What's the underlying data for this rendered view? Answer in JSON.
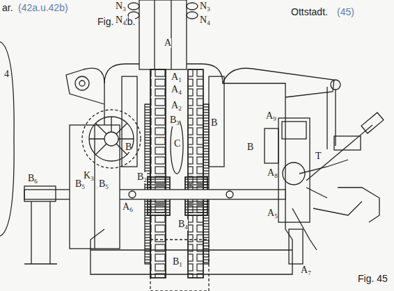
{
  "diagram": {
    "labels": [
      "ar.",
      "(42a.u.42b)",
      "Fig. 42b.",
      "Ottstadt.",
      "(45)",
      "N3",
      "N3",
      "N4",
      "N4",
      "A",
      "A1",
      "A4",
      "A2",
      "B3",
      "B",
      "B",
      "C",
      "B2",
      "B",
      "K3",
      "B6",
      "B5",
      "B5",
      "A6",
      "B4",
      "B1",
      "A9",
      "A8",
      "T",
      "A5",
      "A7",
      "Fig. 45",
      "4"
    ]
  }
}
